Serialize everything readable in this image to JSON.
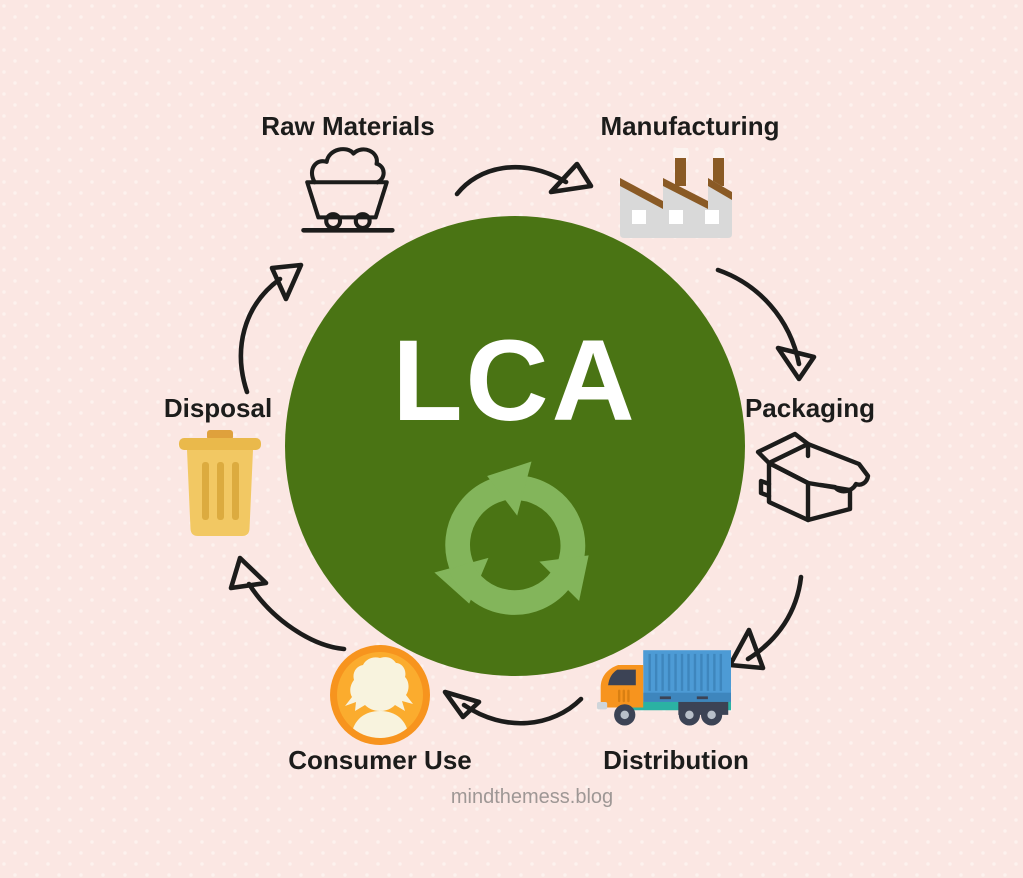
{
  "diagram": {
    "title": "LCA",
    "watermark": "mindthemess.blog",
    "center_icon": "recycle-arrows-icon"
  },
  "stages": [
    {
      "label": "Raw Materials",
      "icon": "mine-cart-icon"
    },
    {
      "label": "Manufacturing",
      "icon": "factory-icon"
    },
    {
      "label": "Packaging",
      "icon": "open-box-icon"
    },
    {
      "label": "Distribution",
      "icon": "delivery-truck-icon"
    },
    {
      "label": "Consumer Use",
      "icon": "person-icon"
    },
    {
      "label": "Disposal",
      "icon": "trash-can-icon"
    }
  ],
  "colors": {
    "bg": "#fbe7e3",
    "dot": "#fdf2ee",
    "ink": "#1c1c1b",
    "circle-green": "#4a7414",
    "recycle-green": "#83b55b",
    "title-white": "#ffffff",
    "watermark-gray": "#9e9795",
    "orange": "#f7941e",
    "orange-light": "#fbac2e",
    "cream": "#f8f3de",
    "gold": "#f2c863",
    "gold-dark": "#dcab3f",
    "gold-lid": "#eab94b",
    "gold-handle": "#dfa13c",
    "blue": "#4d9bd5",
    "blue-dark": "#3e86bd",
    "teal": "#2bb2a3",
    "slate": "#3c4355",
    "gray-light": "#d9d9d9",
    "brown": "#8a5a25",
    "smoke": "#fcf3ef"
  }
}
